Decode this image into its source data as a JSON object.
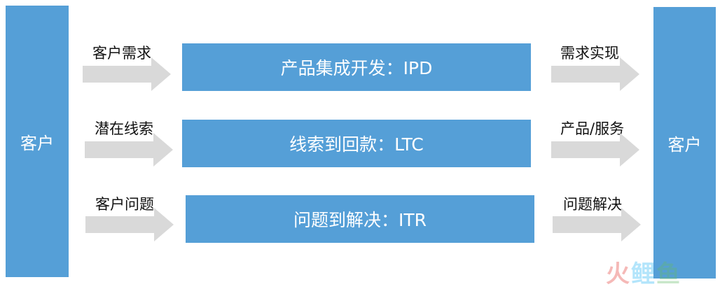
{
  "left_box": {
    "label": "客户"
  },
  "right_box": {
    "label": "客户"
  },
  "processes": [
    {
      "label": "产品集成开发：IPD",
      "input": "客户需求",
      "output": "需求实现"
    },
    {
      "label": "线索到回款：LTC",
      "input": "潜在线索",
      "output": "产品/服务"
    },
    {
      "label": "问题到解决：ITR",
      "input": "客户问题",
      "output": "问题解决"
    }
  ],
  "watermark": [
    "火",
    "鲤",
    "鱼"
  ],
  "colors": {
    "box_fill": "#559fd7",
    "arrow_fill": "#d9d9d9",
    "box_text": "#ffffff"
  }
}
